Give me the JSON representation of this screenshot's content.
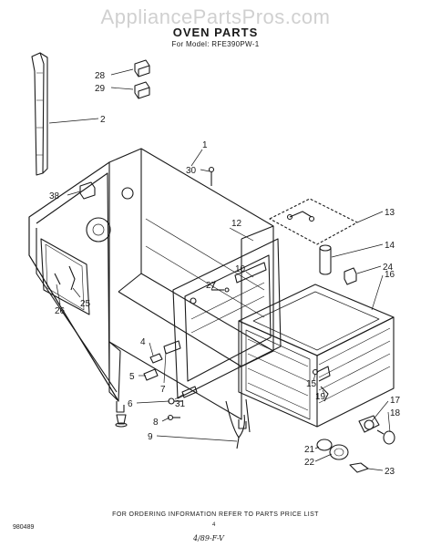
{
  "header": {
    "watermark": "AppliancePartsPros.com",
    "title": "OVEN PARTS",
    "subtitle": "For Model: RFE390PW-1"
  },
  "callouts": [
    "1",
    "2",
    "4",
    "5",
    "6",
    "7",
    "8",
    "9",
    "10",
    "12",
    "13",
    "14",
    "15",
    "16",
    "17",
    "18",
    "19",
    "21",
    "22",
    "23",
    "24",
    "25",
    "26",
    "27",
    "28",
    "29",
    "30",
    "31",
    "38"
  ],
  "footer": {
    "ordering_note": "FOR ORDERING INFORMATION REFER TO PARTS PRICE LIST",
    "doc_number": "980489",
    "page_number": "4",
    "signature": "4/89-F-V"
  },
  "colors": {
    "ink": "#1a1a1a",
    "watermark": "#d0d0d0",
    "background": "#ffffff"
  }
}
